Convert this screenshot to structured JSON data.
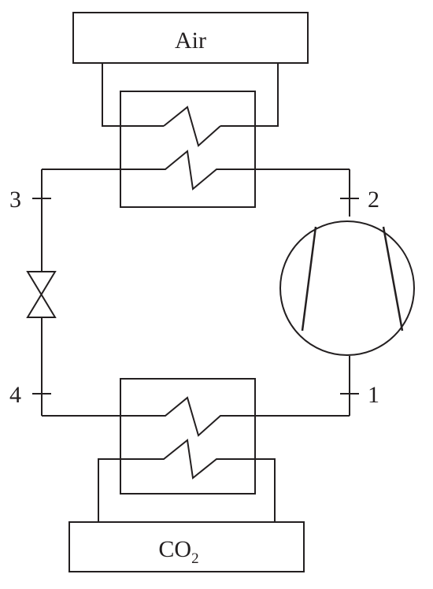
{
  "diagram": {
    "boxes": {
      "air": {
        "label": "Air"
      },
      "co2": {
        "label": "CO",
        "subscript": "2"
      }
    },
    "states": {
      "s1": "1",
      "s2": "2",
      "s3": "3",
      "s4": "4"
    },
    "line_color": "#231f20",
    "background_color": "#ffffff"
  }
}
